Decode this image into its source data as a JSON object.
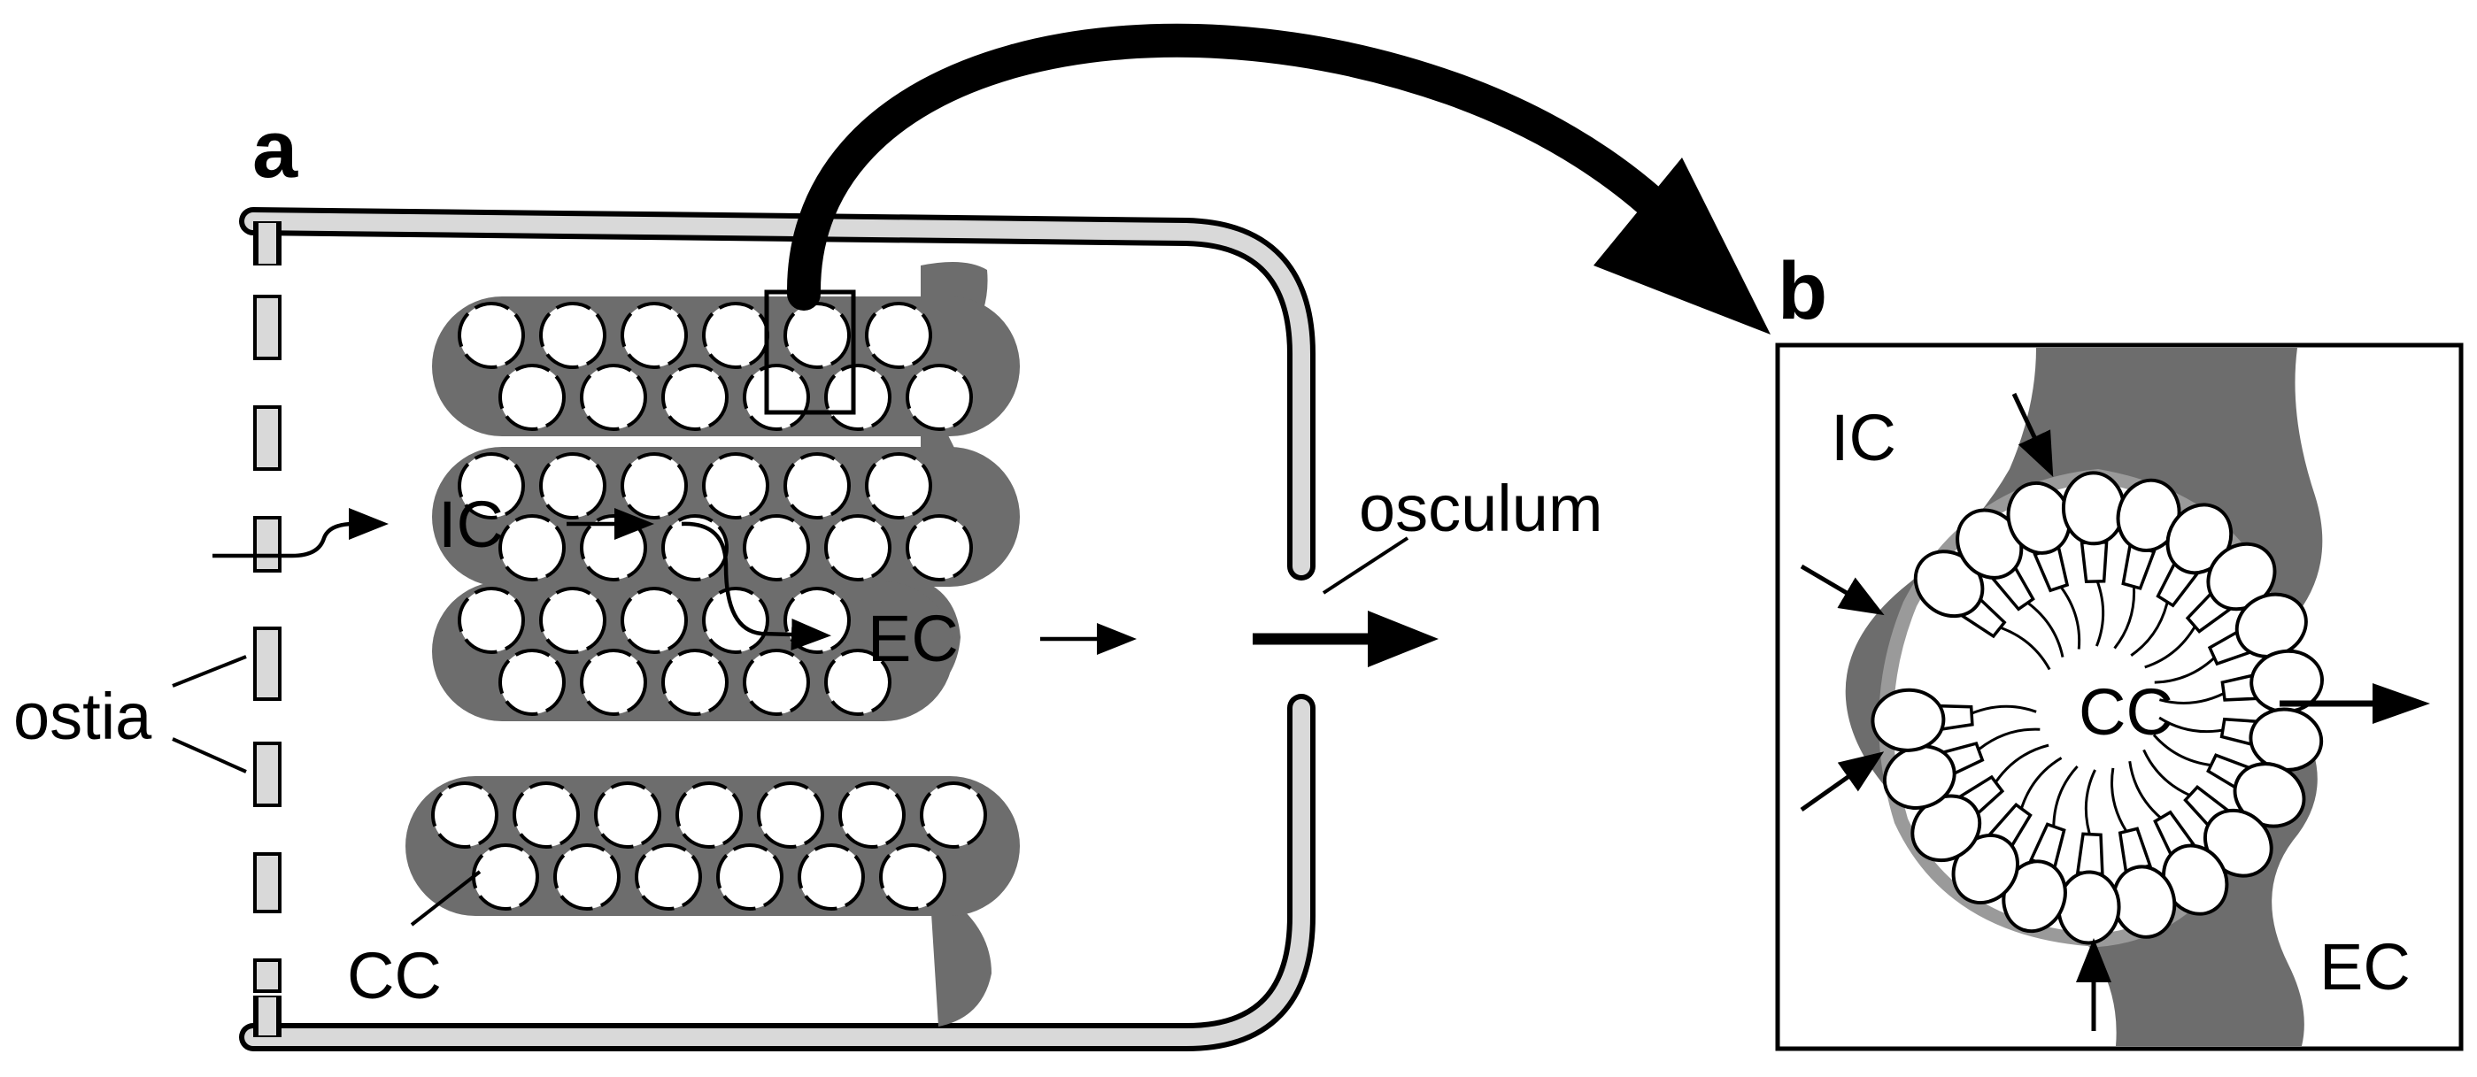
{
  "panels": {
    "a": "a",
    "b": "b"
  },
  "labels": {
    "ostia": "ostia",
    "osculum": "osculum",
    "ic_a": "IC",
    "ec_a": "EC",
    "cc_a": "CC",
    "ic_b": "IC",
    "ec_b": "EC",
    "cc_b": "CC"
  },
  "colors": {
    "tissue": "#6d6d6d",
    "wall_fill": "#d9d9d9",
    "ink": "#000000",
    "paper": "#ffffff"
  }
}
